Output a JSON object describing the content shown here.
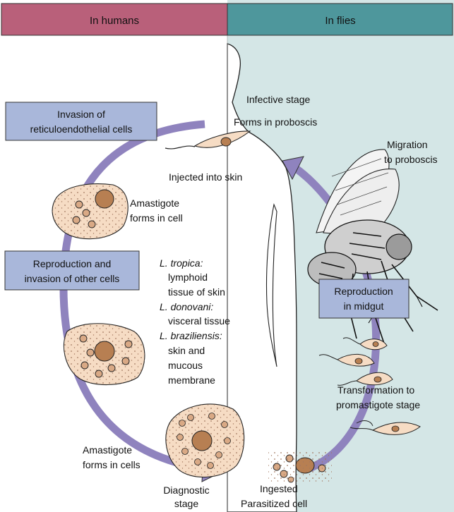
{
  "header": {
    "humans": "In humans",
    "flies": "In flies"
  },
  "boxes": {
    "invasion_line1": "Invasion of",
    "invasion_line2": "reticuloendothelial cells",
    "reproduction_line1": "Reproduction and",
    "reproduction_line2": "invasion of other cells",
    "midgut_line1": "Reproduction",
    "midgut_line2": "in midgut"
  },
  "labels": {
    "infective_stage": "Infective stage",
    "forms_in_proboscis": "Forms in proboscis",
    "migration_line1": "Migration",
    "migration_line2": "to proboscis",
    "injected_into_skin": "Injected into skin",
    "amastigote_cell_line1": "Amastigote",
    "amastigote_cell_line2": "forms in cell",
    "tropica_name": "L. tropica:",
    "tropica_line1": "lymphoid",
    "tropica_line2": "tissue of skin",
    "donovani_name": "L. donovani:",
    "donovani_line1": "visceral tissue",
    "braziliensis_name": "L. braziliensis:",
    "braziliensis_line1": "skin and",
    "braziliensis_line2": "mucous",
    "braziliensis_line3": "membrane",
    "transformation_line1": "Transformation to",
    "transformation_line2": "promastigote stage",
    "amastigote_cells_line1": "Amastigote",
    "amastigote_cells_line2": "forms in cells",
    "diagnostic_line1": "Diagnostic",
    "diagnostic_line2": "stage",
    "ingested": "Ingested",
    "parasitized_cell": "Parasitized cell"
  },
  "colors": {
    "humans_band": "#b9607a",
    "flies_band": "#4e979c",
    "flies_background": "#d4e6e6",
    "box_fill": "#a9b7da",
    "cycle_arrow": "#8f83be",
    "cell_fill": "#f6dcc4",
    "nucleus": "#b77f52"
  },
  "icons": [
    "body-silhouette",
    "sandfly-illustration",
    "promastigote-parasite",
    "macrophage-cell"
  ]
}
